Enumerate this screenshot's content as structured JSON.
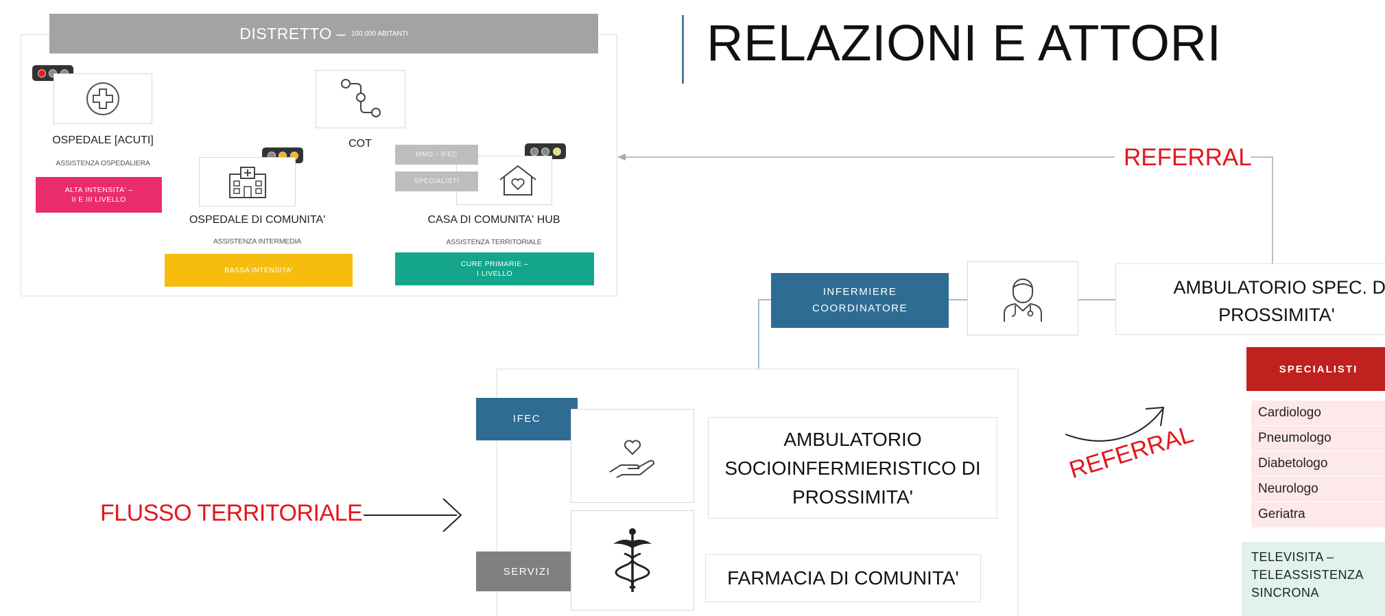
{
  "title": "RELAZIONI E ATTORI",
  "district": {
    "header_main": "DISTRETTO –",
    "header_small": "100.000 ABITANTI",
    "ospedale_acuti": {
      "label": "OSPEDALE [ACUTI]",
      "sublabel": "ASSISTENZA OSPEDALIERA",
      "band": [
        "ALTA INTENSITA' –",
        "II E III LIVELLO"
      ],
      "band_color": "#ea2d6a"
    },
    "cot": {
      "label": "COT"
    },
    "ospedale_comunita": {
      "label": "OSPEDALE DI COMUNITA'",
      "sublabel": "ASSISTENZA INTERMEDIA",
      "band": "BASSA INTENSITA'",
      "band_color": "#f6bd0f"
    },
    "casa_comunita": {
      "label": "CASA DI COMUNITA' HUB",
      "sublabel": "ASSISTENZA TERRITORIALE",
      "band": [
        "CURE PRIMARIE –",
        "I LIVELLO"
      ],
      "band_color": "#14a58a",
      "chips": [
        "MMG - IFEC",
        "SPECIALISTI"
      ]
    },
    "traffic_lights": [
      {
        "name": "ospedale-acuti",
        "lit": "red",
        "color": "#e81e25"
      },
      {
        "name": "ospedale-comunita",
        "lit": "yellow",
        "color": "#f5b70d"
      },
      {
        "name": "casa-comunita",
        "lit": "light-yellow",
        "color": "#e4e47a"
      }
    ]
  },
  "referral_top": "REFERRAL",
  "referral_diagonal": "REFERRAL",
  "flusso": "FLUSSO TERRITORIALE",
  "infermiere": [
    "INFERMIERE",
    "COORDINATORE"
  ],
  "ambulatorio_spec": [
    "AMBULATORIO SPEC. DI",
    "PROSSIMITA'"
  ],
  "ifec": "IFEC",
  "servizi": "SERVIZI",
  "ambulatorio_socio": [
    "AMBULATORIO",
    "SOCIOINFERMIERISTICO DI",
    "PROSSIMITA'"
  ],
  "farmacia": "FARMACIA DI COMUNITA'",
  "specialisti": {
    "header": "SPECIALISTI",
    "items": [
      "Cardiologo",
      "Pneumologo",
      "Diabetologo",
      "Neurologo",
      "Geriatra"
    ]
  },
  "tele": [
    "TELEVISITA –",
    "TELEASSISTENZA",
    "SINCRONA"
  ],
  "icons": [
    "cross-icon",
    "path-icon",
    "hospital-building-icon",
    "house-heart-icon",
    "doctor-icon",
    "heart-hand-icon",
    "caduceus-icon"
  ],
  "colors": {
    "accent_blue": "#2f6c93",
    "red": "#e3161b",
    "specialisti_red": "#c0211e",
    "grey": "#808080"
  }
}
